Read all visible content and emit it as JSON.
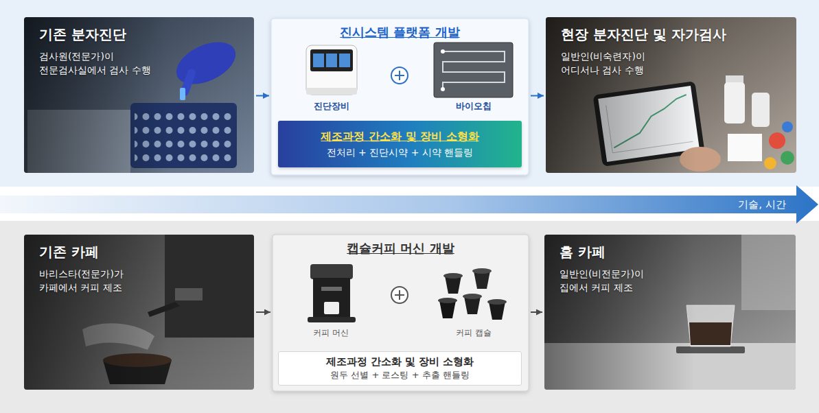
{
  "diagram": {
    "nodes": [
      {
        "text": [
          "기존 분자진단",
          "검사원(전문가)이 전문검사실에서 검사 수행"
        ]
      },
      {
        "text": [
          "진시스템 플랫폼 개발"
        ]
      },
      {
        "text": [
          "제조과정 간소화 및 장비 소형화",
          "전처리 + 진단시약 + 시약 핸들링"
        ],
        "in": 1
      },
      {
        "text": [
          "현장 분자진단 및 자가검사",
          "일반인(비숙련자)이 어디서나 검사 수행"
        ]
      },
      {
        "text": [
          "기술, 시간"
        ]
      },
      {
        "text": [
          "기존 카페",
          "바리스타(전문가)가 카페에서 커피 제조"
        ]
      },
      {
        "text": [
          "캡슐커피 머신 개발"
        ]
      },
      {
        "text": [
          "제조과정 간소화 및 장비 소형화",
          "원두 선별 + 로스팅 + 추출 핸들링"
        ],
        "in": 6
      },
      {
        "text": [
          "홈 카페",
          "일반인(비전문가)이 집에서 커피 제조"
        ]
      }
    ],
    "edges": [
      {
        "from": 0,
        "to": 1,
        "arrow": "to"
      },
      {
        "from": 1,
        "to": 3,
        "arrow": "to"
      },
      {
        "from": 5,
        "to": 6,
        "arrow": "to"
      },
      {
        "from": 6,
        "to": 8,
        "arrow": "to"
      }
    ],
    "labels": [
      "진단장비",
      "바이오칩",
      "커피 머신",
      "커피 캡슐"
    ]
  }
}
